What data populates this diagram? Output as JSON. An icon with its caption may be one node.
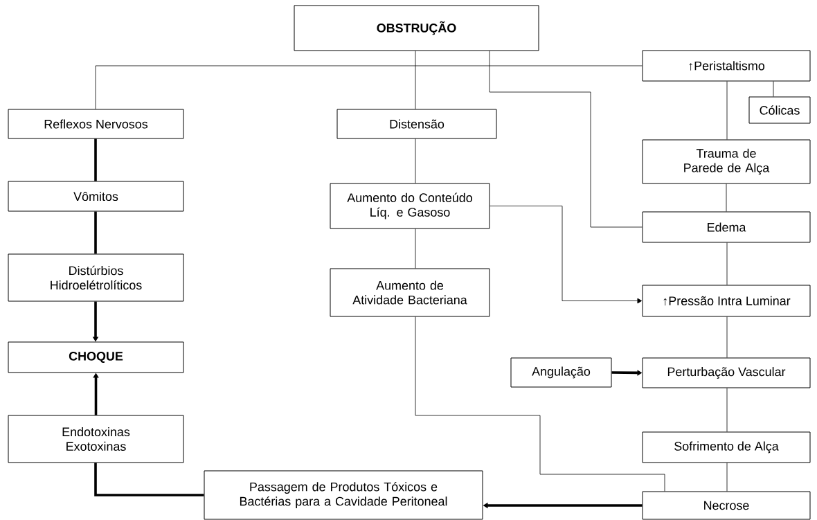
{
  "diagram": {
    "nodes": [
      {
        "text": [
          "OBSTRUÇÃO"
        ]
      },
      {
        "text": [
          "↑Peristaltismo"
        ]
      },
      {
        "text": [
          "Cólicas"
        ]
      },
      {
        "text": [
          "Reflexos Nervosos"
        ]
      },
      {
        "text": [
          "Distensão"
        ]
      },
      {
        "text": [
          "Trauma de Parede de Alça"
        ]
      },
      {
        "text": [
          "Vômitos"
        ]
      },
      {
        "text": [
          "Aumento do Conteúdo Líq. e Gasoso"
        ]
      },
      {
        "text": [
          "Edema"
        ]
      },
      {
        "text": [
          "Distúrbios Hidroelétrolíticos"
        ]
      },
      {
        "text": [
          "Aumento de Atividade Bacteriana"
        ]
      },
      {
        "text": [
          "↑Pressão Intra Luminar"
        ]
      },
      {
        "text": [
          "CHOQUE"
        ]
      },
      {
        "text": [
          "Angulação"
        ]
      },
      {
        "text": [
          "Perturbação Vascular"
        ]
      },
      {
        "text": [
          "Endotoxinas Exotoxinas"
        ]
      },
      {
        "text": [
          "Sofrimento de Alça"
        ]
      },
      {
        "text": [
          "Passagem de Produtos Tóxicos e Bactérias para a Cavidade Peritoneal"
        ]
      },
      {
        "text": [
          "Necrose"
        ]
      }
    ],
    "edges": [
      {
        "from": 0,
        "to": 4,
        "arrow": "none"
      },
      {
        "from": 1,
        "to": 3,
        "arrow": "none"
      },
      {
        "from": 0,
        "to": 8,
        "arrow": "none"
      },
      {
        "from": 1,
        "to": 2,
        "arrow": "none"
      },
      {
        "from": 1,
        "to": 5,
        "arrow": "none"
      },
      {
        "from": 3,
        "to": 6,
        "arrow": "none",
        "style": "thick"
      },
      {
        "from": 6,
        "to": 9,
        "arrow": "none",
        "style": "thick"
      },
      {
        "from": 9,
        "to": 12,
        "arrow": "to",
        "style": "thick"
      },
      {
        "from": 15,
        "to": 12,
        "arrow": "to",
        "style": "thick"
      },
      {
        "from": 4,
        "to": 7,
        "arrow": "none"
      },
      {
        "from": 7,
        "to": 10,
        "arrow": "none"
      },
      {
        "from": 7,
        "to": 11,
        "arrow": "to"
      },
      {
        "from": 5,
        "to": 8,
        "arrow": "none"
      },
      {
        "from": 8,
        "to": 11,
        "arrow": "none"
      },
      {
        "from": 11,
        "to": 14,
        "arrow": "none"
      },
      {
        "from": 13,
        "to": 14,
        "arrow": "to",
        "style": "thick"
      },
      {
        "from": 14,
        "to": 16,
        "arrow": "none"
      },
      {
        "from": 16,
        "to": 18,
        "arrow": "none"
      },
      {
        "from": 10,
        "to": 18,
        "arrow": "none"
      },
      {
        "from": 18,
        "to": 17,
        "arrow": "to",
        "style": "thick"
      },
      {
        "from": 17,
        "to": 15,
        "arrow": "none",
        "style": "thick"
      }
    ]
  }
}
